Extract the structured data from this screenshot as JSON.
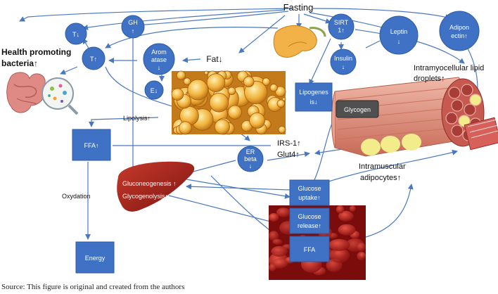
{
  "nodes": {
    "fasting": "Fasting",
    "t_down": "T↓",
    "t_up": "T↑",
    "gh": "GH",
    "gh_arrow": "↑",
    "aromatase_1": "Arom",
    "aromatase_2": "atase",
    "aromatase_arrow": "↓",
    "e_down": "E↓",
    "fat": "Fat↓",
    "sirt_1": "SIRT",
    "sirt_2": "1↑",
    "leptin": "Leptin",
    "leptin_arrow": "↓",
    "adiponectin_1": "Adipon",
    "adiponectin_2": "ectin↑",
    "insulin": "Insulin",
    "insulin_arrow": "↓",
    "lipogenesis_1": "Lipogenes",
    "lipogenesis_2": "is↓",
    "glycogen": "Glycogen",
    "health_1": "Health promoting",
    "health_2": "bacteria↑",
    "lipolysis": "Lipolysis↑",
    "ffa_up": "FFA↑",
    "irs": "IRS-1↑",
    "glut4": "Glut4↑",
    "er_1": "ER",
    "er_2": "beta",
    "er_3": "↓",
    "gluconeogenesis": "Gluconeogenesis",
    "gluco_arrow": "↑",
    "glycogenolysis": "Glycogenolysis↑",
    "oxydation": "Oxydation",
    "energy": "Energy",
    "glucose_uptake_1": "Glucose",
    "glucose_uptake_2": "uptake↑",
    "glucose_release_1": "Glucose",
    "glucose_release_2": "release↑",
    "ffa_blood": "FFA",
    "intramyo_1": "Intramyocellular lipid",
    "intramyo_2": "droplets↑",
    "intramuscular_1": "Intramuscular",
    "intramuscular_2": "adipocytes↑"
  },
  "caption": "Source: This figure is original and created from the authors",
  "colors": {
    "node_fill": "#3f72c4",
    "arrow": "#4a78c0",
    "fat_tissue": "#e8a23a",
    "liver": "#a8241d",
    "blood": "#b5201f",
    "muscle": "#d98b7a",
    "pancreas": "#f2b247",
    "intestine": "#e08a86"
  },
  "icons": [
    "pancreas-image",
    "intestine-image",
    "microbiome-image",
    "fat-tissue-image",
    "liver-image",
    "blood-vessel-image",
    "muscle-fiber-image"
  ]
}
